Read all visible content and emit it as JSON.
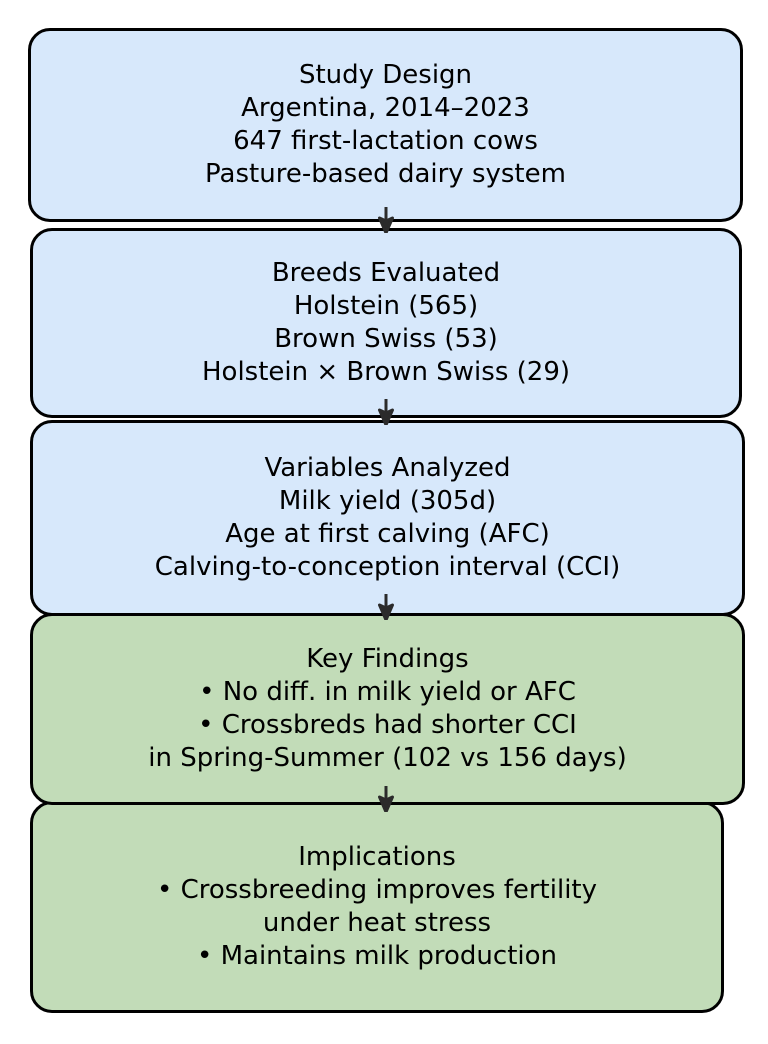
{
  "diagram": {
    "title": "Crossbreeding study flowchart",
    "orientation": "top-to-bottom",
    "colors": {
      "blue_fill": "#d7e8fb",
      "green_fill": "#c2dcb8",
      "border": "#000000",
      "arrow": "#2b2b2b",
      "text": "#000000",
      "background": "#ffffff"
    },
    "nodes": [
      {
        "id": "study-design",
        "fill": "blue",
        "heading": "Study Design",
        "lines": [
          "Study Design",
          "Argentina, 2014–2023",
          "647 first-lactation cows",
          "Pasture-based dairy system"
        ]
      },
      {
        "id": "breeds-evaluated",
        "fill": "blue",
        "heading": "Breeds Evaluated",
        "lines": [
          "Breeds Evaluated",
          "Holstein (565)",
          "Brown Swiss (53)",
          "Holstein × Brown Swiss (29)"
        ]
      },
      {
        "id": "variables-analyzed",
        "fill": "blue",
        "heading": "Variables Analyzed",
        "lines": [
          "Variables Analyzed",
          "Milk yield (305d)",
          "Age at first calving (AFC)",
          "Calving-to-conception interval (CCI)"
        ]
      },
      {
        "id": "key-findings",
        "fill": "green",
        "heading": "Key Findings",
        "lines": [
          "Key Findings",
          "• No diff. in milk yield or AFC",
          "• Crossbreds had shorter CCI",
          "in Spring-Summer (102 vs 156 days)"
        ]
      },
      {
        "id": "implications",
        "fill": "green",
        "heading": "Implications",
        "lines": [
          "Implications",
          "• Crossbreeding improves fertility",
          "under heat stress",
          "• Maintains milk production"
        ]
      }
    ],
    "connectors": [
      {
        "id": "connector-1",
        "from": "study-design",
        "to": "breeds-evaluated",
        "icon": "down-arrow-icon"
      },
      {
        "id": "connector-2",
        "from": "breeds-evaluated",
        "to": "variables-analyzed",
        "icon": "down-arrow-icon"
      },
      {
        "id": "connector-3",
        "from": "variables-analyzed",
        "to": "key-findings",
        "icon": "down-arrow-icon"
      },
      {
        "id": "connector-4",
        "from": "key-findings",
        "to": "implications",
        "icon": "down-arrow-icon"
      }
    ]
  }
}
